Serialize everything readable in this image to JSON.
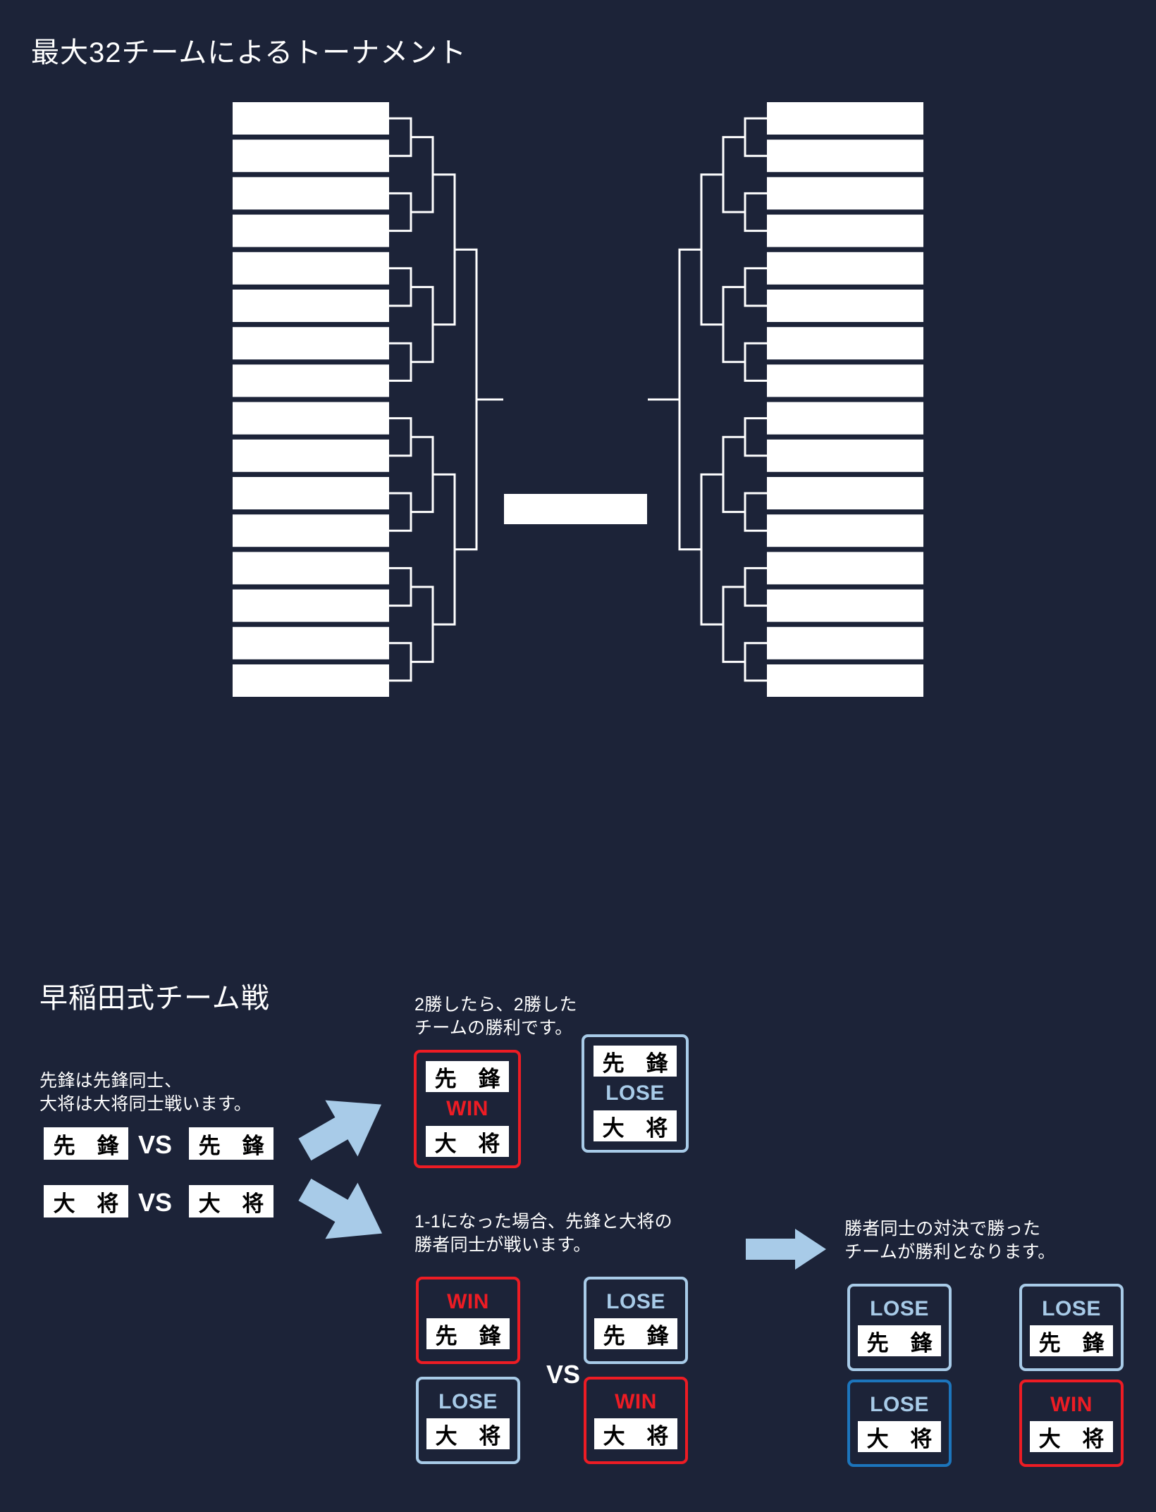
{
  "theme": {
    "background": "#1c2338",
    "line": "#ffffff",
    "box_fill": "#ffffff",
    "win_color": "#ed1c24",
    "lose_color": "#a8cbe8",
    "lose_strong_color": "#1c75bc",
    "arrow_color": "#a8cbe8"
  },
  "bracket": {
    "title": "最大32チームによるトーナメント",
    "type": "single-elimination",
    "max_teams": 32,
    "left_slots": 16,
    "right_slots": 16,
    "final_slot_label": ""
  },
  "team_battle": {
    "title": "早稲田式チーム戦",
    "intro_text": "先鋒は先鋒同士、\n大将は大将同士戦います。",
    "matchups": [
      {
        "left": "先 鋒",
        "vs": "VS",
        "right": "先 鋒"
      },
      {
        "left": "大 将",
        "vs": "VS",
        "right": "大 将"
      }
    ],
    "branch_two_wins": {
      "caption": "2勝したら、2勝した\nチームの勝利です。",
      "cards": [
        {
          "border": "red",
          "top_role": "先 鋒",
          "status": "WIN",
          "status_kind": "win",
          "bottom_role": "大 将"
        },
        {
          "border": "blue",
          "top_role": "先 鋒",
          "status": "LOSE",
          "status_kind": "lose",
          "bottom_role": "大 将"
        }
      ]
    },
    "branch_tiebreak": {
      "caption": "1-1になった場合、先鋒と大将の\n勝者同士が戦います。",
      "vs": "VS",
      "cards": [
        {
          "border": "red",
          "status": "WIN",
          "status_kind": "win",
          "role": "先 鋒"
        },
        {
          "border": "blue",
          "status": "LOSE",
          "status_kind": "lose",
          "role": "先 鋒"
        },
        {
          "border": "blue",
          "status": "LOSE",
          "status_kind": "lose",
          "role": "大 将"
        },
        {
          "border": "red",
          "status": "WIN",
          "status_kind": "win",
          "role": "大 将"
        }
      ]
    },
    "branch_result": {
      "caption": "勝者同士の対決で勝った\nチームが勝利となります。",
      "cards": [
        {
          "border": "blue",
          "status": "LOSE",
          "status_kind": "lose",
          "role": "先 鋒"
        },
        {
          "border": "blue",
          "status": "LOSE",
          "status_kind": "lose",
          "role": "先 鋒"
        },
        {
          "border": "blue-strong",
          "status": "LOSE",
          "status_kind": "lose",
          "role": "大 将"
        },
        {
          "border": "red",
          "status": "WIN",
          "status_kind": "win",
          "role": "大 将"
        }
      ]
    }
  }
}
